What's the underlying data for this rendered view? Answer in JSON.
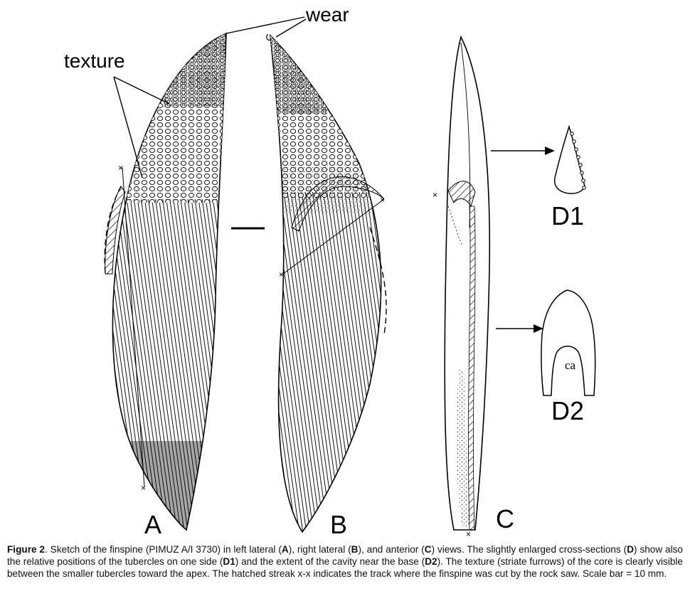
{
  "labels": {
    "wear": "wear",
    "texture": "texture",
    "view_a": "A",
    "view_b": "B",
    "view_c": "C",
    "section_d1": "D1",
    "section_d2": "D2",
    "cavity": "ca"
  },
  "caption": {
    "label": "Figure 2",
    "t1": ". Sketch of the finspine (PIMUZ A/I 3730) in left lateral (",
    "a": "A",
    "t2": "), right lateral (",
    "b": "B",
    "t3": "), and anterior (",
    "c": "C",
    "t4": ") views. The slightly enlarged cross-sections (",
    "d": "D",
    "t5": ") show also the relative positions of the tubercles on one side (",
    "d1": "D1",
    "t6": ") and the extent of the cavity near the base (",
    "d2": "D2",
    "t7": "). The texture (striate furrows) of the core is clearly visible between the smaller tubercles toward the apex. The hatched streak x-x indicates the track where the finspine was cut by the rock saw. Scale bar = 10 mm."
  }
}
